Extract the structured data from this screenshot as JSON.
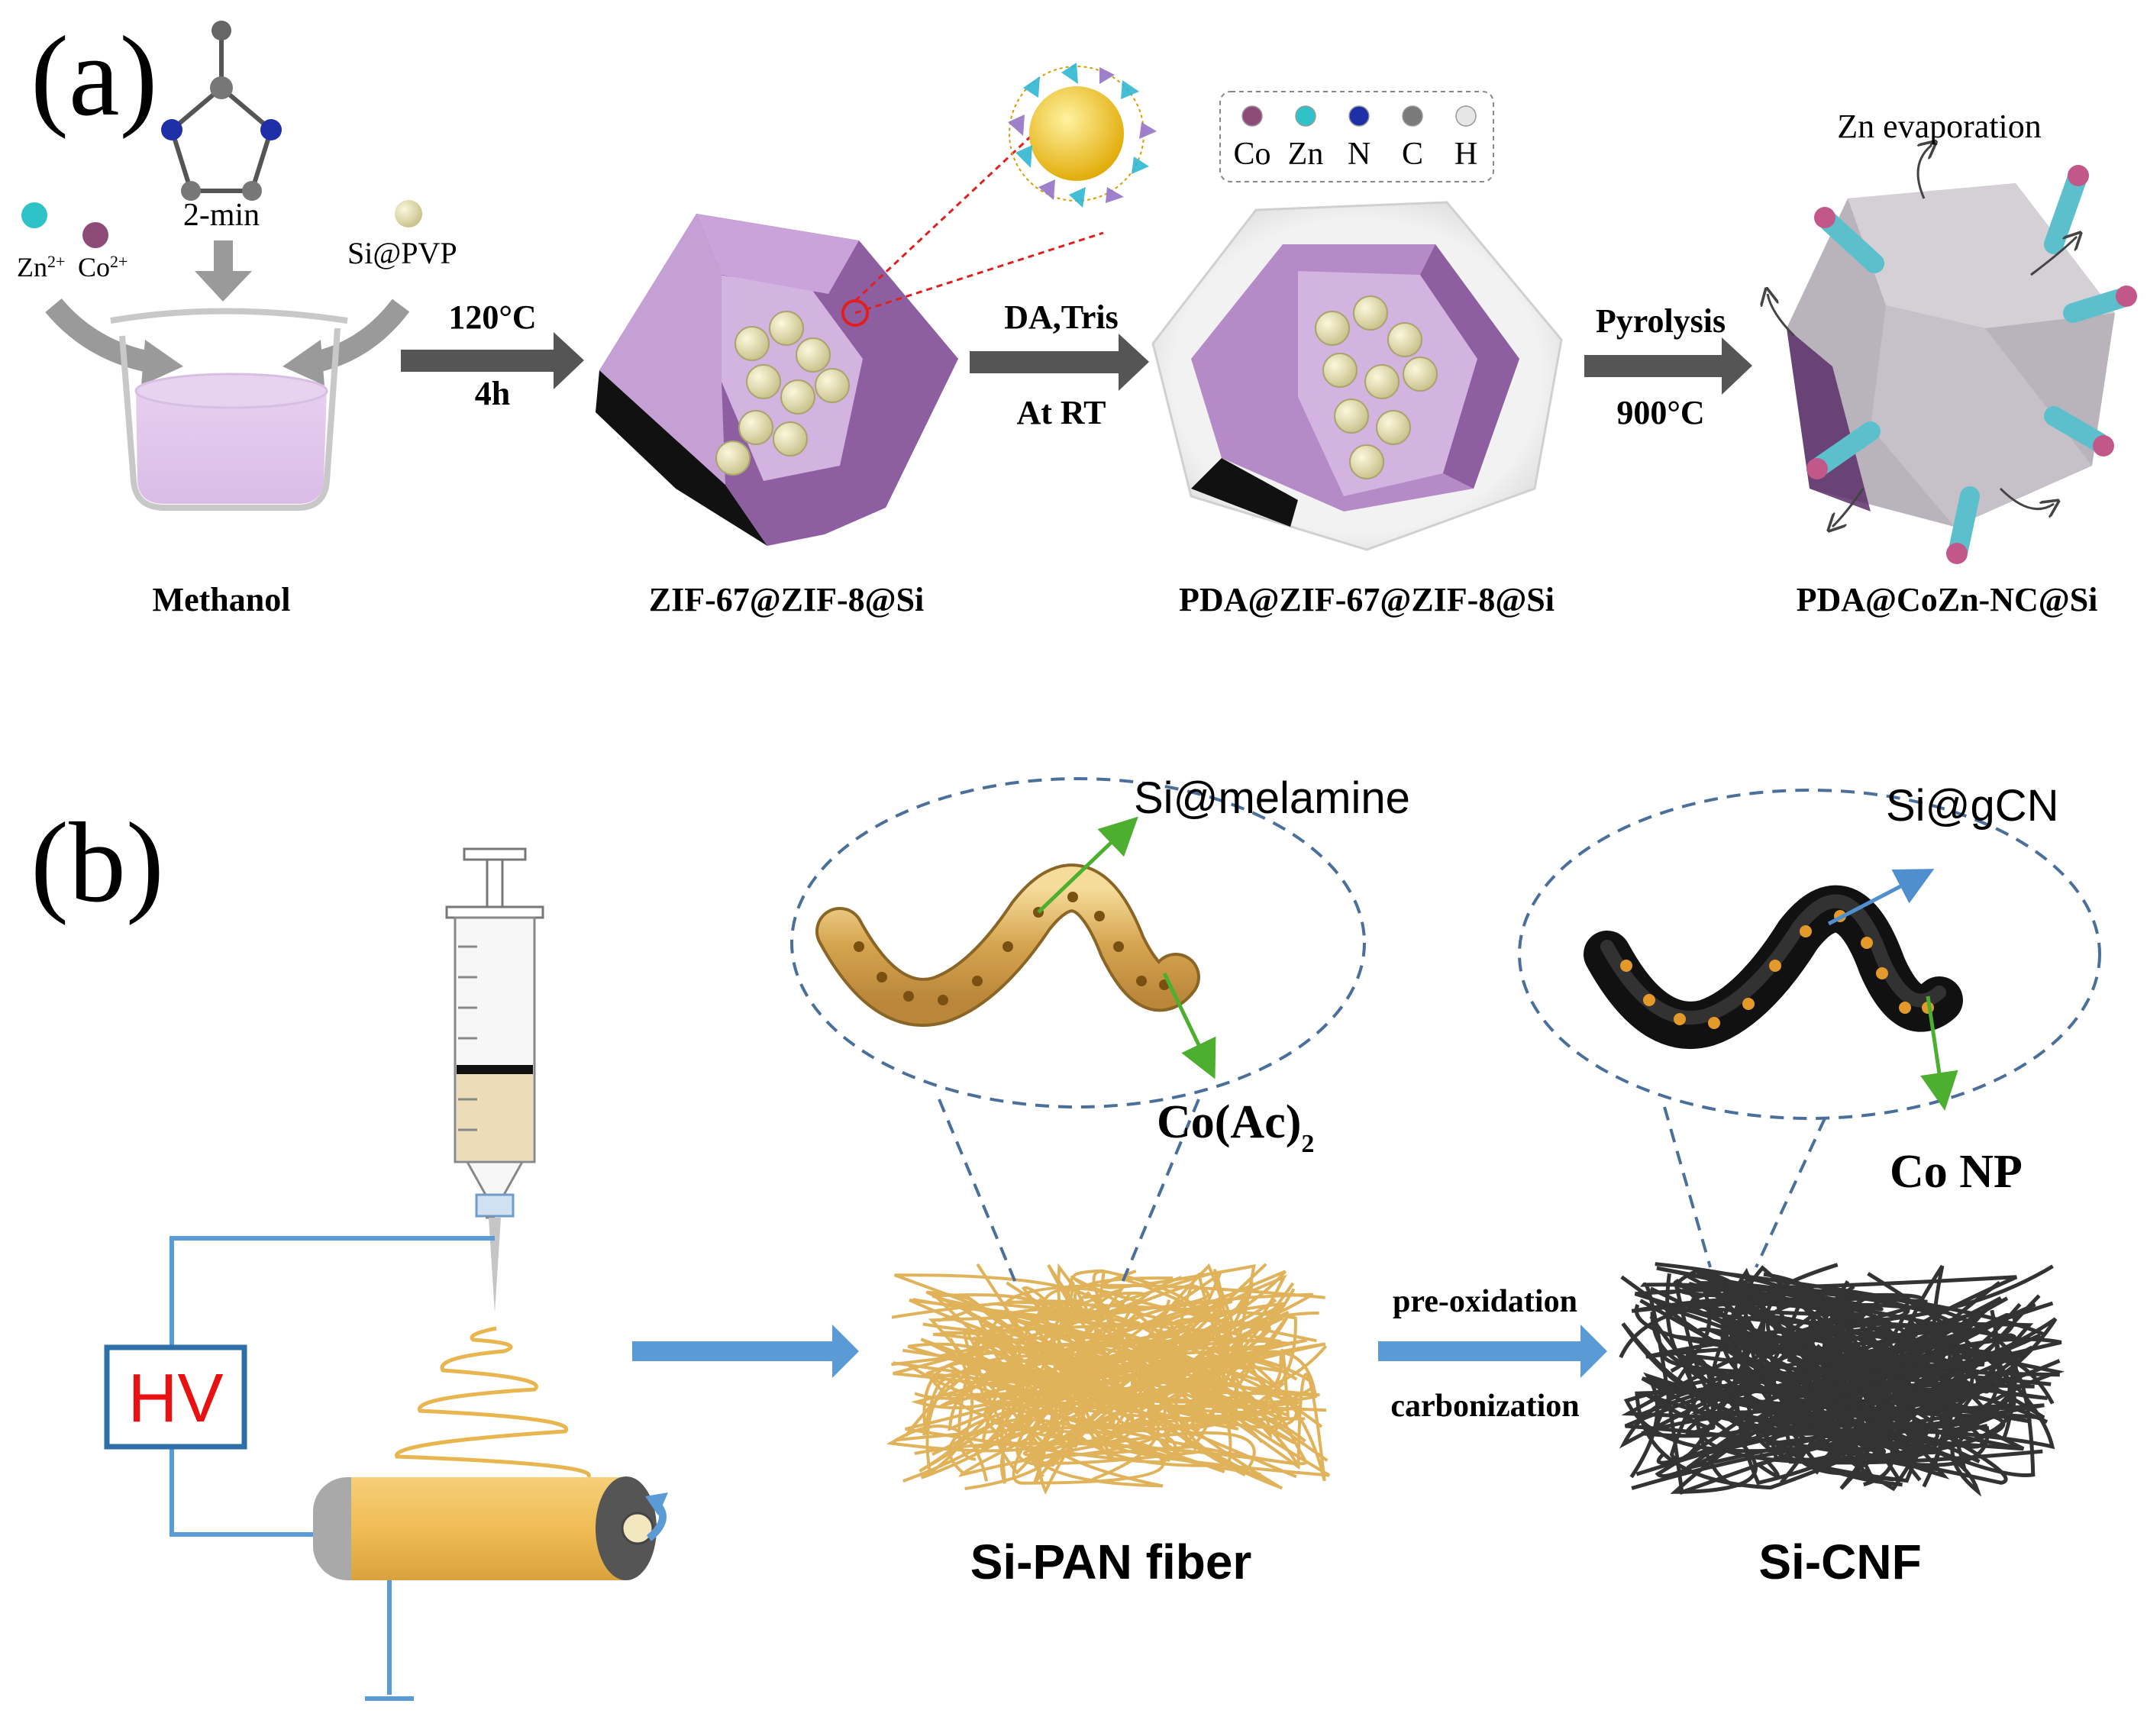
{
  "panel_a": {
    "label": "(a)",
    "ligand_label": "2-min",
    "ion_zn": "Zn",
    "ion_zn_charge": "2+",
    "ion_co": "Co",
    "ion_co_charge": "2+",
    "si_pvp": "Si@PVP",
    "solvent": "Methanol",
    "step1_top": "120°C",
    "step1_bottom": "4h",
    "product1": "ZIF-67@ZIF-8@Si",
    "step2_top": "DA,Tris",
    "step2_bottom": "At RT",
    "product2": "PDA@ZIF-67@ZIF-8@Si",
    "step3_top": "Pyrolysis",
    "step3_bottom": "900°C",
    "product3": "PDA@CoZn-NC@Si",
    "zn_evaporation": "Zn evaporation",
    "legend": {
      "items": [
        {
          "label": "Co",
          "color": "#8e4a78"
        },
        {
          "label": "Zn",
          "color": "#2fc3c8"
        },
        {
          "label": "N",
          "color": "#1f2fa8"
        },
        {
          "label": "C",
          "color": "#7a7a7a"
        },
        {
          "label": "H",
          "color": "#e6e6e6"
        }
      ]
    }
  },
  "panel_b": {
    "label": "(b)",
    "hv": "HV",
    "si_melamine": "Si@melamine",
    "co_ac": "Co(Ac)",
    "co_ac_sub": "2",
    "fiber1": "Si-PAN fiber",
    "step_top": "pre-oxidation",
    "step_bottom": "carbonization",
    "si_gcn": "Si@gCN",
    "co_np": "Co NP",
    "fiber2": "Si-CNF"
  },
  "colors": {
    "arrow_gray": "#555555",
    "arrow_blue": "#5b9bd5",
    "purple_face": "#c9a3d9",
    "purple_dark": "#8e5fa0",
    "gold_fiber": "#e0b25a",
    "dark_fiber": "#333333",
    "hv_red": "#e81010",
    "hv_box": "#2e6fa8"
  }
}
